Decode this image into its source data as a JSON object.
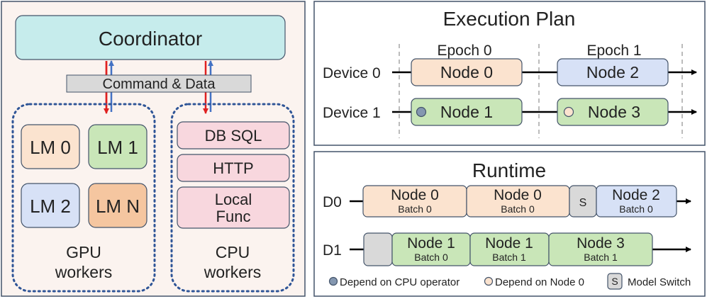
{
  "left_panel": {
    "coordinator": "Coordinator",
    "bus": "Command & Data",
    "gpu_workers": [
      "LM 0",
      "LM 1",
      "LM 2",
      "LM N"
    ],
    "gpu_label": [
      "GPU",
      "workers"
    ],
    "cpu_workers": [
      [
        "DB SQL"
      ],
      [
        "HTTP"
      ],
      [
        "Local",
        "Func"
      ]
    ],
    "cpu_label": [
      "CPU",
      "workers"
    ]
  },
  "execution_plan": {
    "title": "Execution Plan",
    "epochs": [
      "Epoch 0",
      "Epoch 1"
    ],
    "devices": [
      "Device 0",
      "Device 1"
    ],
    "nodes": [
      {
        "device": 0,
        "epoch": 0,
        "label": "Node 0",
        "color": "#fbe3cf",
        "marker": "none"
      },
      {
        "device": 0,
        "epoch": 1,
        "label": "Node 2",
        "color": "#d7e1f6",
        "marker": "none"
      },
      {
        "device": 1,
        "epoch": 0,
        "label": "Node 1",
        "color": "#c9e6b8",
        "marker": "cpu"
      },
      {
        "device": 1,
        "epoch": 1,
        "label": "Node 3",
        "color": "#c9e6b8",
        "marker": "node0"
      }
    ]
  },
  "runtime": {
    "title": "Runtime",
    "rows": [
      {
        "label": "D0",
        "blocks": [
          {
            "kind": "node",
            "title": "Node 0",
            "sub": "Batch 0",
            "color": "#fbe3cf"
          },
          {
            "kind": "node",
            "title": "Node 0",
            "sub": "Batch 0",
            "color": "#fbe3cf"
          },
          {
            "kind": "switch",
            "title": "S",
            "sub": "",
            "color": "#d9d9d9"
          },
          {
            "kind": "node",
            "title": "Node 2",
            "sub": "Batch 0",
            "color": "#d7e1f6"
          }
        ]
      },
      {
        "label": "D1",
        "blocks": [
          {
            "kind": "idle",
            "title": "",
            "sub": "",
            "color": "#d9d9d9"
          },
          {
            "kind": "node",
            "title": "Node 1",
            "sub": "Batch 0",
            "color": "#c9e6b8"
          },
          {
            "kind": "node",
            "title": "Node 1",
            "sub": "Batch 1",
            "color": "#c9e6b8"
          },
          {
            "kind": "node",
            "title": "Node 3",
            "sub": "Batch 1",
            "color": "#c9e6b8"
          }
        ]
      }
    ],
    "legend": {
      "cpu": "Depend on CPU operator",
      "node0": "Depend on Node 0",
      "switch_symbol": "S",
      "switch": "Model Switch"
    }
  },
  "colors": {
    "coordinator": "#c6ecec",
    "bus": "#d9d9d9",
    "lm0": "#fbe3cf",
    "lm1": "#c9e6b8",
    "lm2": "#d7e1f6",
    "lmN": "#f5c6a0",
    "cpu_worker": "#f8d7de",
    "left_bg": "#fbf3ef",
    "panel_border": "#44546a",
    "dotted": "#2f5597",
    "arrow_red": "#e02020",
    "arrow_blue": "#4472c4"
  }
}
